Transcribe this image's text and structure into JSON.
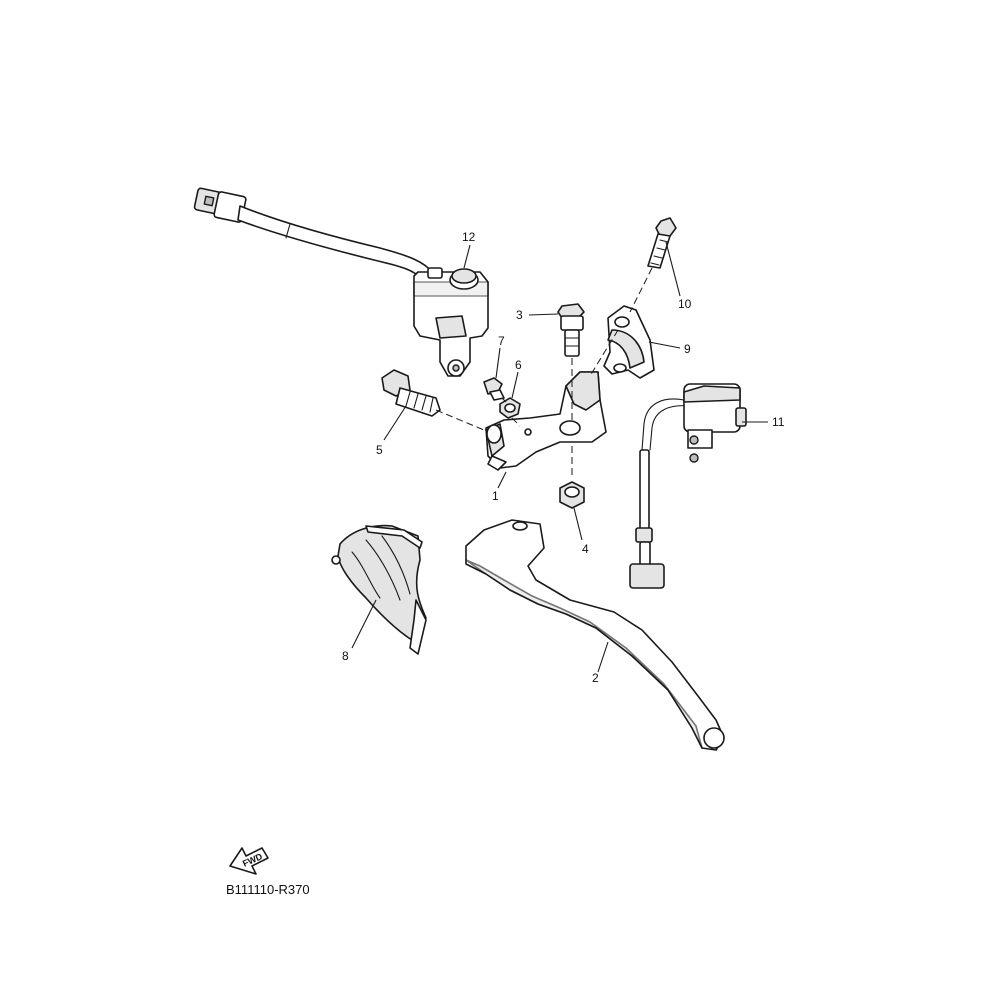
{
  "diagram": {
    "callouts": [
      "1",
      "2",
      "3",
      "4",
      "5",
      "6",
      "7",
      "8",
      "9",
      "10",
      "11",
      "12"
    ],
    "direction_badge": "FWD",
    "reference_code": "B111110-R370"
  }
}
